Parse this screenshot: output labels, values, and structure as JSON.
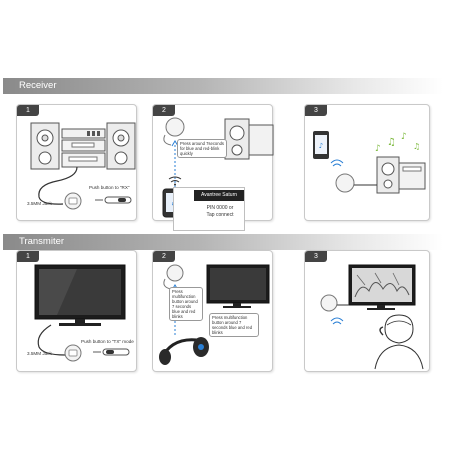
{
  "sections": {
    "receiver": "Receiver",
    "transmitter": "Transmiter"
  },
  "steps": [
    "1",
    "2",
    "3"
  ],
  "receiver": {
    "step1": {
      "jack_label": "3.5MM Jack",
      "push_label": "Push button to \"RX\""
    },
    "step2": {
      "instruction": "Press around 7seconds for blue and red-blink quickly",
      "device_name": "Avantree Saturn",
      "pin_text": "PIN 0000 or",
      "tap_text": "Tap connect"
    }
  },
  "transmitter": {
    "step1": {
      "jack_label": "3.5MM Jack",
      "push_label": "Push button to \"TX\" mode"
    },
    "step2": {
      "device_instruction": "Press multifunction button around 7 seconds blue and red blinks",
      "headset_instruction": "Press multifunction button around 7 seconds blue and red blinks"
    }
  },
  "colors": {
    "bar_dark": "#8a8a8a",
    "accent_blue": "#2a7fd4",
    "device_dark": "#222222"
  }
}
